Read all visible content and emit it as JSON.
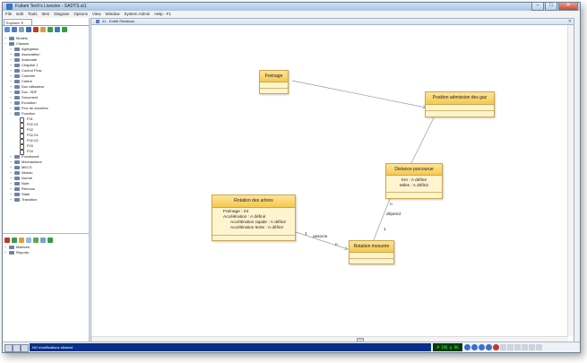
{
  "window": {
    "title": "Fultam Tech's Livesion - SADTS.st1",
    "controls": {
      "minimize": "–",
      "maximize": "□",
      "close": "✕"
    }
  },
  "menu": [
    "File",
    "Edit",
    "Tools",
    "Item",
    "Diagram",
    "Options",
    "View",
    "Window",
    "System Admin",
    "Help - F1"
  ],
  "explorer": {
    "tab_label": "Explorer ✕",
    "tree": [
      {
        "label": "Models",
        "depth": 0,
        "expander": "+",
        "icon": "folder"
      },
      {
        "label": "Classes",
        "depth": 0,
        "expander": "−",
        "icon": "folder"
      },
      {
        "label": "Agrégation",
        "depth": 1,
        "expander": "+",
        "icon": "folder"
      },
      {
        "label": "Association",
        "depth": 1,
        "expander": "+",
        "icon": "folder"
      },
      {
        "label": "Automate",
        "depth": 1,
        "expander": "+",
        "icon": "folder"
      },
      {
        "label": "Chapitre 1",
        "depth": 1,
        "expander": "+",
        "icon": "folder"
      },
      {
        "label": "Control Flow",
        "depth": 1,
        "expander": "+",
        "icon": "folder"
      },
      {
        "label": "Contrôle",
        "depth": 1,
        "expander": "+",
        "icon": "folder"
      },
      {
        "label": "Critère",
        "depth": 1,
        "expander": "+",
        "icon": "folder"
      },
      {
        "label": "Doc utilisateur",
        "depth": 1,
        "expander": "+",
        "icon": "folder"
      },
      {
        "label": "Doc. SDF",
        "depth": 1,
        "expander": "+",
        "icon": "folder"
      },
      {
        "label": "Document",
        "depth": 1,
        "expander": "+",
        "icon": "folder"
      },
      {
        "label": "Evolution",
        "depth": 1,
        "expander": "+",
        "icon": "folder"
      },
      {
        "label": "Flux de données",
        "depth": 1,
        "expander": "+",
        "icon": "folder"
      },
      {
        "label": "Fonction",
        "depth": 1,
        "expander": "−",
        "icon": "folder"
      },
      {
        "label": "F01",
        "depth": 2,
        "expander": "",
        "icon": "doc"
      },
      {
        "label": "F02-01",
        "depth": 2,
        "expander": "",
        "icon": "doc"
      },
      {
        "label": "F02",
        "depth": 2,
        "expander": "",
        "icon": "doc"
      },
      {
        "label": "F02-01",
        "depth": 2,
        "expander": "",
        "icon": "doc"
      },
      {
        "label": "F02-02",
        "depth": 2,
        "expander": "",
        "icon": "doc"
      },
      {
        "label": "F03",
        "depth": 2,
        "expander": "",
        "icon": "doc"
      },
      {
        "label": "F04",
        "depth": 2,
        "expander": "",
        "icon": "doc"
      },
      {
        "label": "Fonctionell",
        "depth": 1,
        "expander": "+",
        "icon": "folder"
      },
      {
        "label": "Mechanisme",
        "depth": 1,
        "expander": "+",
        "icon": "folder"
      },
      {
        "label": "MECS",
        "depth": 1,
        "expander": "+",
        "icon": "folder"
      },
      {
        "label": "Niveau",
        "depth": 1,
        "expander": "+",
        "icon": "folder"
      },
      {
        "label": "Norme",
        "depth": 1,
        "expander": "+",
        "icon": "folder"
      },
      {
        "label": "Note",
        "depth": 1,
        "expander": "+",
        "icon": "folder"
      },
      {
        "label": "Remous",
        "depth": 1,
        "expander": "+",
        "icon": "folder"
      },
      {
        "label": "State",
        "depth": 1,
        "expander": "+",
        "icon": "folder"
      },
      {
        "label": "Transition",
        "depth": 1,
        "expander": "+",
        "icon": "folder"
      }
    ]
  },
  "lower_panel": {
    "tree": [
      {
        "label": "Matrices",
        "depth": 0,
        "expander": "+",
        "icon": "folder"
      },
      {
        "label": "Reports",
        "depth": 0,
        "expander": "+",
        "icon": "folder"
      }
    ]
  },
  "document_tab": {
    "title": "01 - Entité Relations",
    "close": "✕"
  },
  "diagram": {
    "classes": {
      "freinage": {
        "name": "Freinage",
        "attributes": []
      },
      "position": {
        "name": "Position admission des gaz",
        "attributes": []
      },
      "distance": {
        "name": "Distance parcourue",
        "attributes": [
          "Km : A définir",
          "Miles : A définir"
        ]
      },
      "rotation_arbres": {
        "name": "Rotation des arbres",
        "attributes": [
          "Freinage : int",
          "Accélération : A définir",
          "Accélération rapide : A définir",
          "Accélération lente : A définir"
        ]
      },
      "rotation_mesuree": {
        "name": "Rotation mesurée",
        "attributes": []
      }
    },
    "labels": {
      "associe": "associe",
      "mult_1": "1",
      "mult_n": "n",
      "depend": "dépend",
      "mult_1b": "1",
      "mult_nb": "n"
    }
  },
  "status": {
    "message": "NO modifications allowed",
    "memory": "# 196 p 96"
  },
  "colors": {
    "class_header": "#f5c94e",
    "class_body": "#fff4d0",
    "status_bar": "#0a2f86"
  }
}
